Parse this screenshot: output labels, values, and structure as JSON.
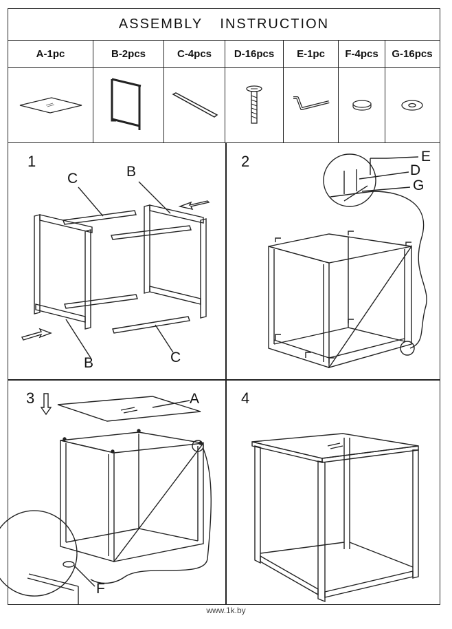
{
  "title": "ASSEMBLY   INSTRUCTION",
  "parts": [
    {
      "label": "A-1pc",
      "icon": "glass-top-icon"
    },
    {
      "label": "B-2pcs",
      "icon": "side-frame-icon"
    },
    {
      "label": "C-4pcs",
      "icon": "bar-icon"
    },
    {
      "label": "D-16pcs",
      "icon": "screw-icon"
    },
    {
      "label": "E-1pc",
      "icon": "allen-key-icon"
    },
    {
      "label": "F-4pcs",
      "icon": "pad-icon"
    },
    {
      "label": "G-16pcs",
      "icon": "washer-icon"
    }
  ],
  "steps": [
    {
      "number": "1",
      "labels": [
        "C",
        "B",
        "B",
        "C"
      ]
    },
    {
      "number": "2",
      "labels": [
        "E",
        "D",
        "G"
      ]
    },
    {
      "number": "3",
      "labels": [
        "A",
        "F"
      ]
    },
    {
      "number": "4"
    }
  ],
  "footer": "www.1k.by"
}
